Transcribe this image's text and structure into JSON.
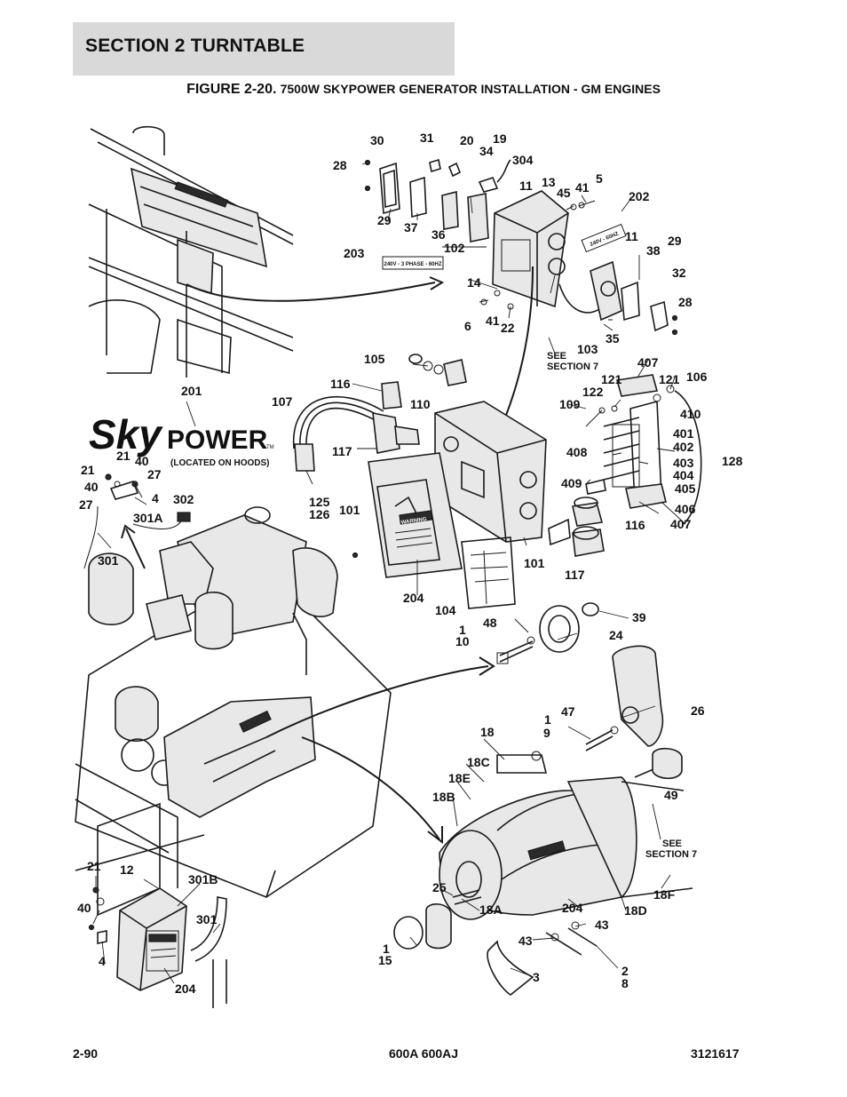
{
  "header": {
    "section": "SECTION 2   TURNTABLE",
    "figure_number": "FIGURE 2-20.",
    "figure_title": "7500W SKYPOWER GENERATOR INSTALLATION - GM ENGINES"
  },
  "logo": {
    "text": "SkyPOWER",
    "note": "(LOCATED ON HOODS)"
  },
  "decals": {
    "label_203": "240V - 3 PHASE - 60HZ",
    "label_202": "240V - 60HZ",
    "warning": "WARNING"
  },
  "notes": {
    "see_section_7": "SEE SECTION 7"
  },
  "callouts": [
    "30",
    "31",
    "20",
    "19",
    "28",
    "34",
    "304",
    "11",
    "13",
    "45",
    "41",
    "5",
    "202",
    "29",
    "37",
    "36",
    "102",
    "11",
    "29",
    "203",
    "38",
    "14",
    "32",
    "28",
    "6",
    "41",
    "22",
    "103",
    "35",
    "105",
    "SEE",
    "SECTION 7",
    "407",
    "116",
    "121",
    "121",
    "106",
    "122",
    "109",
    "410",
    "107",
    "110",
    "201",
    "401",
    "402",
    "408",
    "128",
    "403",
    "117",
    "404",
    "21",
    "40",
    "27",
    "409",
    "405",
    "21",
    "40",
    "4",
    "302",
    "406",
    "27",
    "301A",
    "116",
    "407",
    "125",
    "126",
    "101",
    "101",
    "301",
    "117",
    "204",
    "104",
    "48",
    "39",
    "1",
    "10",
    "24",
    "47",
    "26",
    "1",
    "9",
    "18",
    "18C",
    "18E",
    "49",
    "18B",
    "SEE",
    "SECTION 7",
    "21",
    "12",
    "301B",
    "25",
    "18F",
    "204",
    "40",
    "301",
    "18A",
    "18D",
    "43",
    "43",
    "1",
    "15",
    "4",
    "2",
    "8",
    "3",
    "204"
  ],
  "footer": {
    "page": "2-90",
    "model": "600A 600AJ",
    "doc_number": "3121617"
  }
}
